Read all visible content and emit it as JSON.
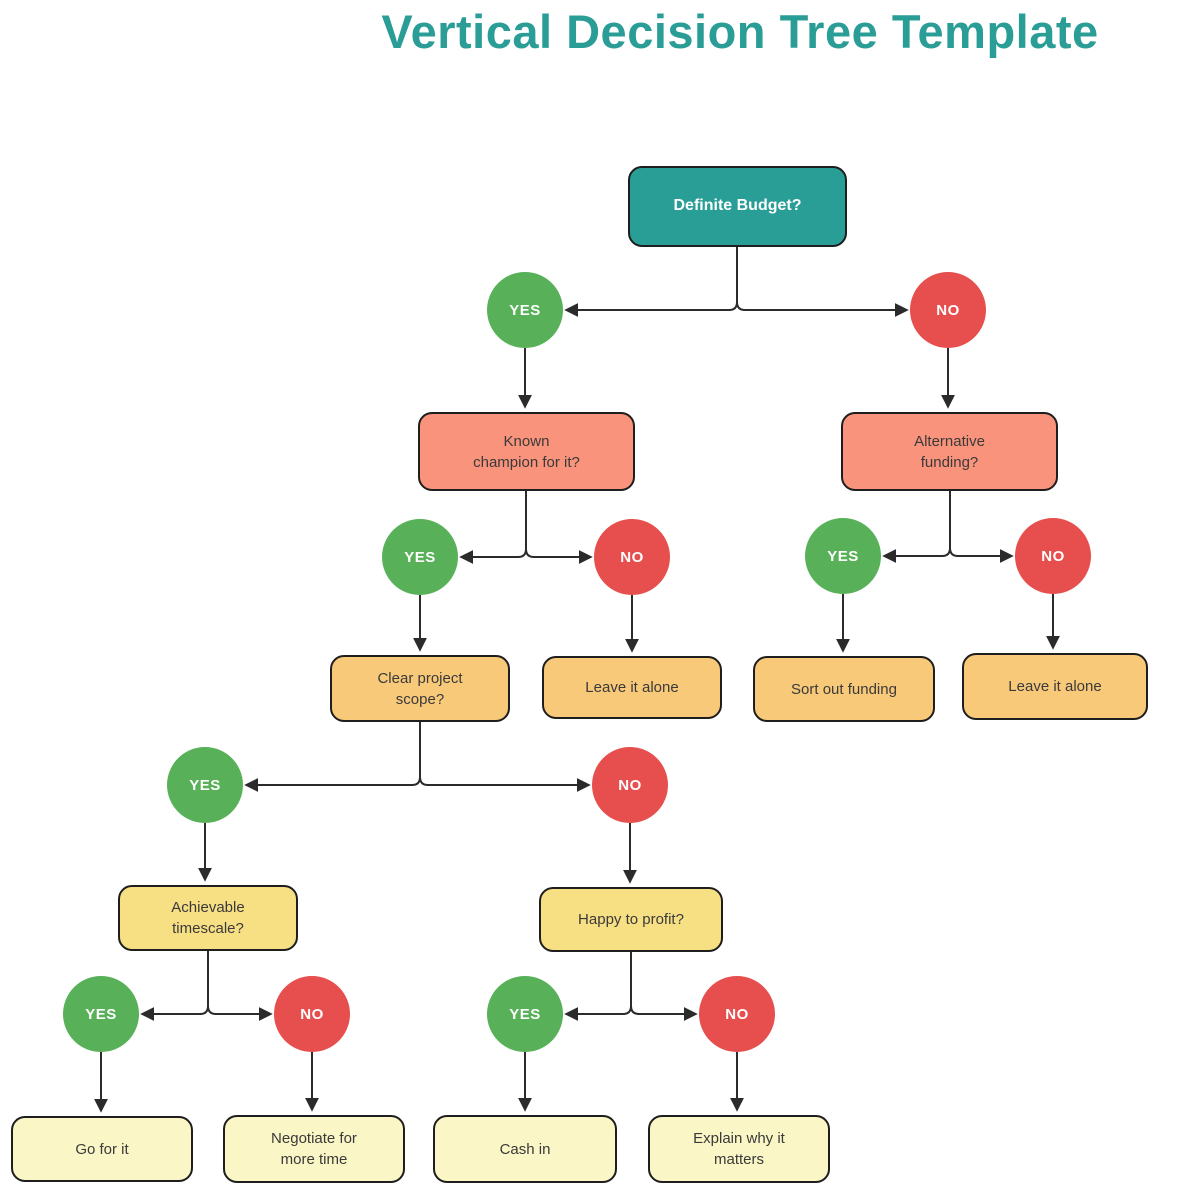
{
  "title": {
    "text": "Vertical Decision Tree Template"
  },
  "colors": {
    "title_teal": "#2B9D97",
    "root_teal": "#289E97",
    "level2_salmon": "#F9937B",
    "level3_orange": "#F9C97A",
    "level4_yellow": "#F7DF84",
    "leaf_pale_yellow": "#FAF6C6",
    "yes_green": "#58B158",
    "no_red": "#E64F4D",
    "connector_line": "#2B2B2B",
    "node_border": "#1E1E1E"
  },
  "nodes": [
    {
      "id": "definite-budget",
      "label": "Definite Budget?"
    },
    {
      "id": "known-champion",
      "label": "Known\nchampion for it?"
    },
    {
      "id": "alternative-funding",
      "label": "Alternative\nfunding?"
    },
    {
      "id": "clear-project-scope",
      "label": "Clear project\nscope?"
    },
    {
      "id": "leave-it-alone-left",
      "label": "Leave it alone"
    },
    {
      "id": "sort-out-funding",
      "label": "Sort out funding"
    },
    {
      "id": "leave-it-alone-right",
      "label": "Leave it alone"
    },
    {
      "id": "achievable-timescale",
      "label": "Achievable\ntimescale?"
    },
    {
      "id": "happy-to-profit",
      "label": "Happy to profit?"
    },
    {
      "id": "go-for-it",
      "label": "Go for it"
    },
    {
      "id": "negotiate-more-time",
      "label": "Negotiate for\nmore time"
    },
    {
      "id": "cash-in",
      "label": "Cash in"
    },
    {
      "id": "explain-why-it-matters",
      "label": "Explain why it\nmatters"
    }
  ],
  "circles": [
    {
      "id": "budget-yes",
      "label": "YES"
    },
    {
      "id": "budget-no",
      "label": "NO"
    },
    {
      "id": "champion-yes",
      "label": "YES"
    },
    {
      "id": "champion-no",
      "label": "NO"
    },
    {
      "id": "funding-yes",
      "label": "YES"
    },
    {
      "id": "funding-no",
      "label": "NO"
    },
    {
      "id": "scope-yes",
      "label": "YES"
    },
    {
      "id": "scope-no",
      "label": "NO"
    },
    {
      "id": "timescale-yes",
      "label": "YES"
    },
    {
      "id": "timescale-no",
      "label": "NO"
    },
    {
      "id": "profit-yes",
      "label": "YES"
    },
    {
      "id": "profit-no",
      "label": "NO"
    }
  ]
}
